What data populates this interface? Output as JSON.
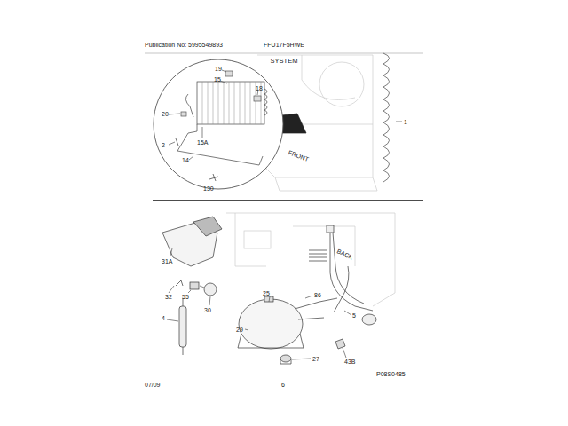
{
  "diagram": {
    "title": "SYSTEM",
    "labels": [
      "Publication No: 5995549893",
      "FFU17F5HWE",
      "19",
      "15",
      "18",
      "1",
      "20",
      "15A",
      "2",
      "14",
      "130",
      "FRONT",
      "31A",
      "BACK",
      "32",
      "55",
      "30",
      "25",
      "86",
      "5",
      "4",
      "29",
      "27",
      "43B",
      "P08S0485",
      "07/09",
      "6"
    ]
  }
}
